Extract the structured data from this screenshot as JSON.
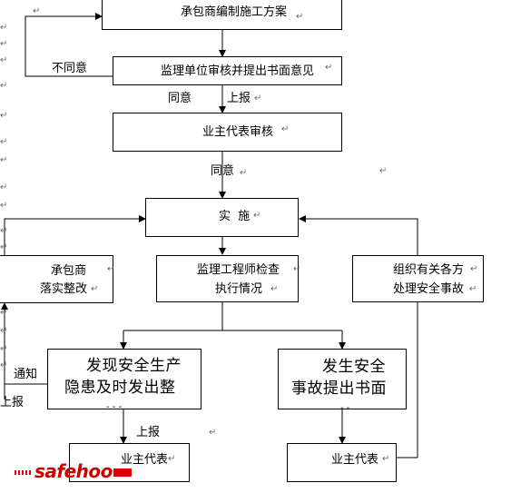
{
  "boxes": {
    "compile_plan": "承包商编制施工方案",
    "supervisor_review": "监理单位审核并提出书面意见",
    "owner_rep_review": "业主代表审核",
    "implement": "实  施",
    "contractor_rectify": [
      "承包商",
      "落实整改"
    ],
    "supervisor_inspect": [
      "监理工程师检查",
      "执行情况"
    ],
    "organize_handle": [
      "组织有关各方",
      "处理安全事故"
    ],
    "find_hazard": [
      "发现安全生产",
      "隐患及时发出整"
    ],
    "accident_report": [
      "发生安全",
      "事故提出书面"
    ],
    "owner_rep_left": "业主代表",
    "owner_rep_right": "业主代表"
  },
  "labels": {
    "disagree": "不同意",
    "agree_1": "同意",
    "report_1": "上报",
    "agree_2": "同意",
    "notify": "通知",
    "report_left": "上报",
    "report_2": "上报"
  },
  "marks": {
    "return_mark": "↵"
  },
  "logo": {
    "text": "safehoo"
  },
  "colors": {
    "line": "#000000",
    "mark": "#666666",
    "logo": "#cc0000"
  }
}
